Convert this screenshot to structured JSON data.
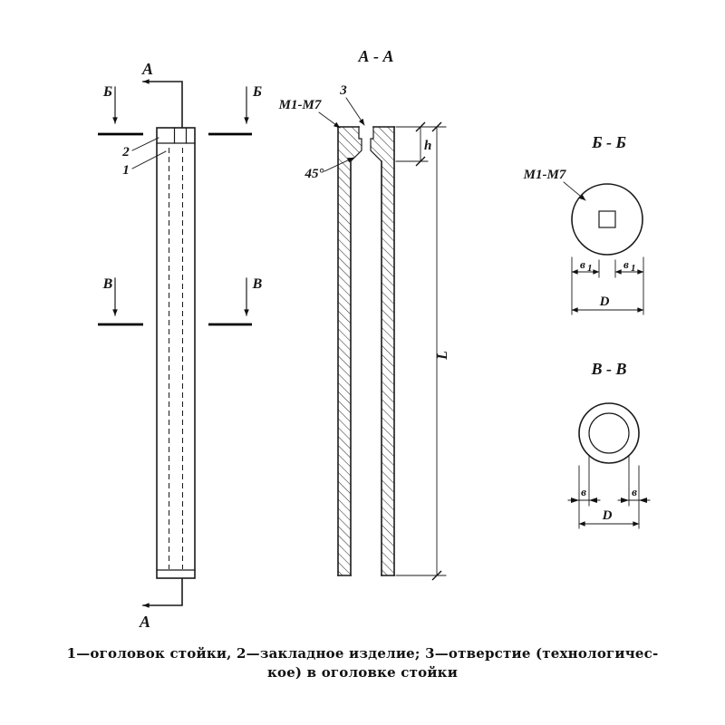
{
  "colors": {
    "ink": "#1a1a1a",
    "paper": "#ffffff"
  },
  "caption": {
    "line1": "1—оголовок стойки, 2—закладное изделие; 3—отверстие (технологичес-",
    "line2": "кое) в оголовке стойки"
  },
  "elevation": {
    "cut_a_top": "А",
    "cut_a_bottom": "А",
    "cut_b_left": "Б",
    "cut_b_right": "Б",
    "cut_v_left": "В",
    "cut_v_right": "В",
    "callout_2": "2",
    "callout_1": "1"
  },
  "section_aa": {
    "title": "А - А",
    "label_m1m7": "М1-М7",
    "callout_3": "3",
    "angle_label": "45°",
    "dim_height": "h",
    "dim_length": "L"
  },
  "section_bb": {
    "title": "Б - Б",
    "label_m1m7": "М1-М7",
    "dim_b1": "в",
    "dim_b1_sub": "1",
    "dim_diameter": "D"
  },
  "section_vv": {
    "title": "В - В",
    "dim_b": "в",
    "dim_diameter": "D"
  }
}
